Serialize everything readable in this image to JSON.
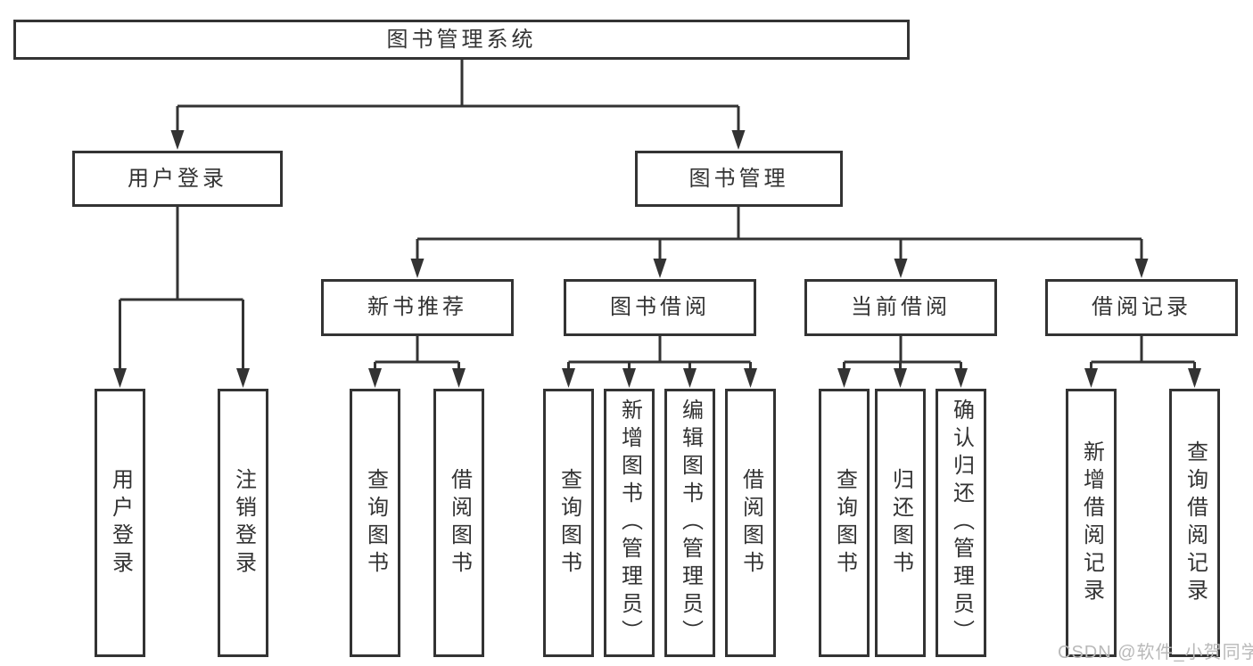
{
  "diagram": {
    "type": "hierarchy-tree",
    "title": "图书管理系统",
    "colors": {
      "line": "#333333",
      "text": "#333333",
      "box_background": "#ffffff",
      "page_background": "#ffffff",
      "watermark": "#b9b9b9"
    },
    "nodes": {
      "root": {
        "label": "图书管理系统"
      },
      "user_login": {
        "label": "用户登录"
      },
      "book_mgmt": {
        "label": "图书管理"
      },
      "new_book_rec": {
        "label": "新书推荐"
      },
      "book_borrow": {
        "label": "图书借阅"
      },
      "current_borrow": {
        "label": "当前借阅"
      },
      "borrow_record": {
        "label": "借阅记录"
      },
      "leaf_user_login": {
        "label": "用户登录"
      },
      "leaf_logout": {
        "label": "注销登录"
      },
      "leaf_query_book_1": {
        "label": "查询图书"
      },
      "leaf_borrow_book_1": {
        "label": "借阅图书"
      },
      "leaf_query_book_2": {
        "label": "查询图书"
      },
      "leaf_add_book_admin": {
        "label": "新增图书（管理员）"
      },
      "leaf_edit_book_admin": {
        "label": "编辑图书（管理员）"
      },
      "leaf_borrow_book_2": {
        "label": "借阅图书"
      },
      "leaf_query_book_3": {
        "label": "查询图书"
      },
      "leaf_return_book": {
        "label": "归还图书"
      },
      "leaf_confirm_return_admin": {
        "label": "确认归还（管理员）"
      },
      "leaf_add_borrow_record": {
        "label": "新增借阅记录"
      },
      "leaf_query_borrow_record": {
        "label": "查询借阅记录"
      }
    },
    "structure": {
      "图书管理系统": {
        "用户登录": [
          "用户登录",
          "注销登录"
        ],
        "图书管理": {
          "新书推荐": [
            "查询图书",
            "借阅图书"
          ],
          "图书借阅": [
            "查询图书",
            "新增图书（管理员）",
            "编辑图书（管理员）",
            "借阅图书"
          ],
          "当前借阅": [
            "查询图书",
            "归还图书",
            "确认归还（管理员）"
          ],
          "借阅记录": [
            "新增借阅记录",
            "查询借阅记录"
          ]
        }
      }
    },
    "watermark": "CSDN @软件_小贺同学"
  }
}
